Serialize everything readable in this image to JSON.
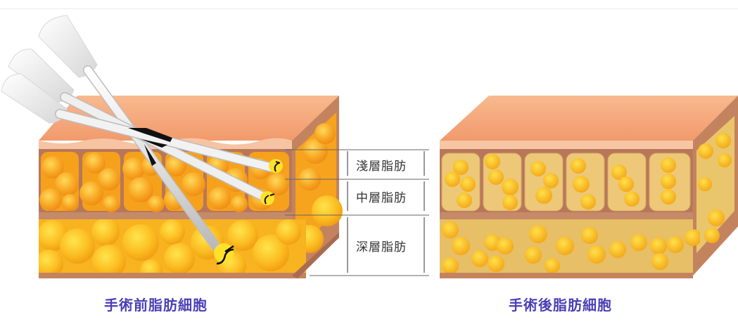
{
  "diagram": {
    "layers": {
      "shallow": "淺層脂肪",
      "middle": "中層脂肪",
      "deep": "深層脂肪"
    },
    "captions": {
      "before": "手術前脂肪細胞",
      "after": "手術後脂肪細胞"
    },
    "colors": {
      "skin_top": "#f3a67a",
      "skin_edge": "#b8775a",
      "fat_before": "#f7a21a",
      "fat_before_light": "#fbd23a",
      "fat_after_bg": "#e8c36a",
      "fat_after_cell": "#f6b81f",
      "cannula": "#e4e4e4",
      "caption_text": "#4a3fb5",
      "label_text": "#333333"
    }
  }
}
